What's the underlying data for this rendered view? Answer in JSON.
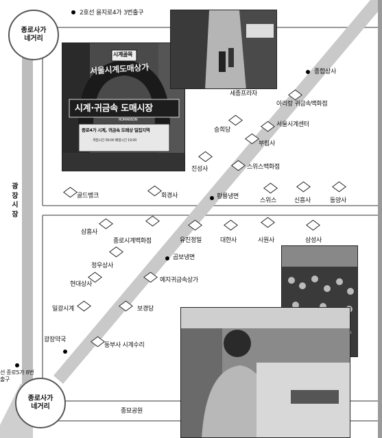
{
  "intersections": {
    "top": [
      "종로사가",
      "네거리"
    ],
    "bottom": [
      "종로사가",
      "네거리"
    ]
  },
  "side_road": "광장시장",
  "bottom_left_label": "선 종로5가 8번출구",
  "bottom_street": "종묘공원",
  "subway_exit_top": "2호선 을지로4가 3번출구",
  "photo1": {
    "arch_top": "시계골목",
    "arch_script": "서울시계도매상가",
    "sign_main": "시계·귀금속 도매시장",
    "sign_sub": "ROMANSON",
    "banner_line1": "종로4가 시계, 귀금속 도매상 밀집지역",
    "banner_line2": "개점시간 09:00 폐점시간 19:00"
  },
  "stores": {
    "s1": "종합상사",
    "s2": "세종프라자",
    "s3": "아리랑 귀금속백화점",
    "s4": "서울시계센터",
    "s5": "승희당",
    "s6": "부림사",
    "s7": "진성사",
    "s8": "스위스백화점",
    "s9": "골드뱅크",
    "s10": "회경사",
    "s11": "황룡냉면",
    "s12": "스위스",
    "s13": "신흥사",
    "s14": "동양사",
    "s15": "삼흥사",
    "s16": "종로시계백화점",
    "s17": "유진정밀",
    "s18": "대한사",
    "s19": "시원사",
    "s20": "삼성사",
    "s21": "정우상사",
    "s22": "곰보냉면",
    "s23": "현대상사",
    "s24": "예지귀금속상가",
    "s25": "일광시계",
    "s26": "보경당",
    "s27": "광장약국",
    "s28": "동부사 시계수리"
  }
}
